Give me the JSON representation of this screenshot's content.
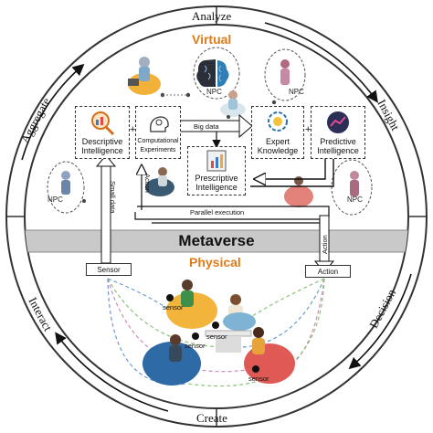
{
  "ring": {
    "top": "Analyze",
    "right_top": "Insight",
    "right_bottom": "Decision",
    "bottom": "Create",
    "left_bottom": "Interact",
    "left_top": "Aggregate"
  },
  "virtual_title": "Virtual",
  "physical_title": "Physical",
  "band_label": "Metaverse",
  "npc_label": "NPC",
  "boxes": {
    "descriptive": "Descriptive\nIntelligence",
    "computational": "Computational\nExperiments",
    "expert": "Expert\nKnowledge",
    "predictive": "Predictive\nIntelligence",
    "prescriptive": "Prescriptive\nIntelligence"
  },
  "plus_sign": "+",
  "arrows": {
    "big_data": "Big data",
    "small_data": "Small data",
    "action_upper": "Action",
    "action_right": "Action",
    "parallel": "Parallel execution"
  },
  "sensor_box": "Sensor",
  "action_box": "Action",
  "sensor_tag": "sensor",
  "colors": {
    "virtual": "#e07b1a",
    "physical": "#e07b1a",
    "band": "#c9c9c9",
    "ring": "#333333"
  }
}
